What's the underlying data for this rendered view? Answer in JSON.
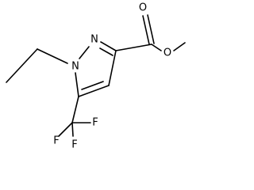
{
  "molecule": {
    "atoms": {
      "n1": "N",
      "n2": "N",
      "o_carbonyl": "O",
      "o_ester": "O",
      "f1": "F",
      "f2": "F",
      "f3": "F"
    }
  }
}
